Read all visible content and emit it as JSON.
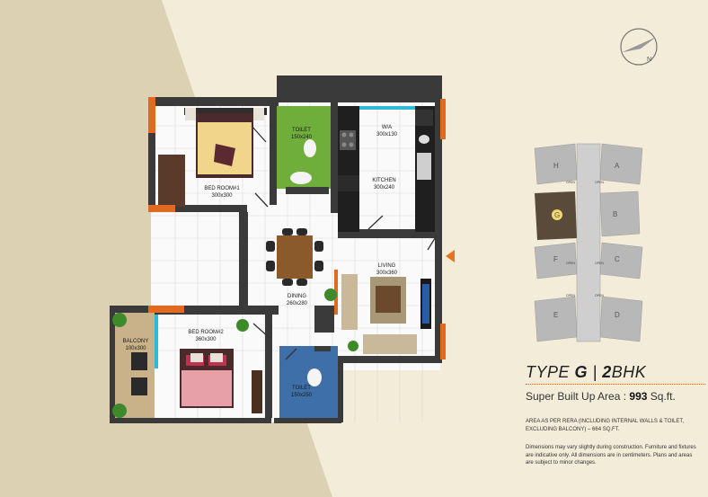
{
  "plan": {
    "rooms": [
      {
        "id": "bedroom1",
        "name": "BED ROOM#1",
        "dims": "300x300"
      },
      {
        "id": "toilet1",
        "name": "TOILET",
        "dims": "150x240"
      },
      {
        "id": "wa",
        "name": "W/A",
        "dims": "300x130"
      },
      {
        "id": "kitchen",
        "name": "KITCHEN",
        "dims": "300x240"
      },
      {
        "id": "living",
        "name": "LIVING",
        "dims": "300x360"
      },
      {
        "id": "dining",
        "name": "DINING",
        "dims": "260x280"
      },
      {
        "id": "bedroom2",
        "name": "BED ROOM#2",
        "dims": "360x300"
      },
      {
        "id": "balcony",
        "name": "BALCONY",
        "dims": "100x300"
      },
      {
        "id": "toilet2",
        "name": "TOILET",
        "dims": "150x250"
      }
    ]
  },
  "compass": {
    "north_label": "N"
  },
  "keyplan": {
    "unit_letters": [
      "H",
      "A",
      "G",
      "B",
      "F",
      "C",
      "E",
      "D"
    ],
    "highlighted": "G",
    "open_labels": [
      "OPEN",
      "OPEN",
      "OPEN",
      "OPEN",
      "OPEN",
      "OPEN"
    ]
  },
  "title": {
    "type_prefix": "TYPE",
    "type_letter": "G",
    "separator": "|",
    "bhk_number": "2",
    "bhk_suffix": "BHK",
    "area_label": "Super Built Up Area :",
    "area_value": "993",
    "area_unit": "Sq.ft."
  },
  "notes": {
    "rera": "AREA AS PER RERA (INCLUDING INTERNAL WALLS & TOILET, EXCLUDING BALCONY) – 664 SQ.FT.",
    "disclaimer": "Dimensions may vary slightly during construction. Furniture and fixtures are indicative only. All dimensions are in centimeters. Plans and areas are subject to minor changes."
  },
  "colors": {
    "background": "#f3ecd9",
    "accent": "#e06a1f",
    "wall": "#3a3a3a",
    "floor": "#ffffff",
    "toilet_floor": "#6fae3a",
    "toilet2_floor": "#3f6fa8",
    "bed_accent": "#c03050"
  }
}
